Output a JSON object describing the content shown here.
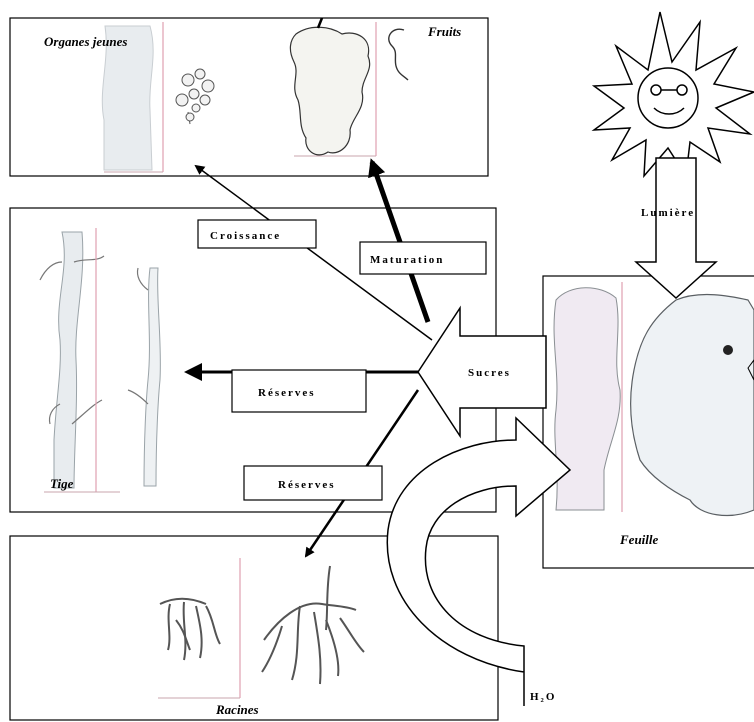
{
  "boxes": {
    "organes": {
      "title": "Organes jeunes",
      "title2": "Fruits"
    },
    "tige": {
      "title": "Tige"
    },
    "racines": {
      "title": "Racines"
    },
    "feuille": {
      "title": "Feuille"
    }
  },
  "arrows": {
    "croissance": "Croissance",
    "maturation": "Maturation",
    "reserves_tige": "Réserves",
    "reserves_racines": "Réserves",
    "sucres": "Sucres",
    "lumiere": "Lumière",
    "h2o": "H₂O"
  },
  "colors": {
    "stroke": "#000000",
    "scale_line": "#e0a0b0",
    "organ_fill": "#e8ecef",
    "leaf_fill": "#eef2f5"
  }
}
